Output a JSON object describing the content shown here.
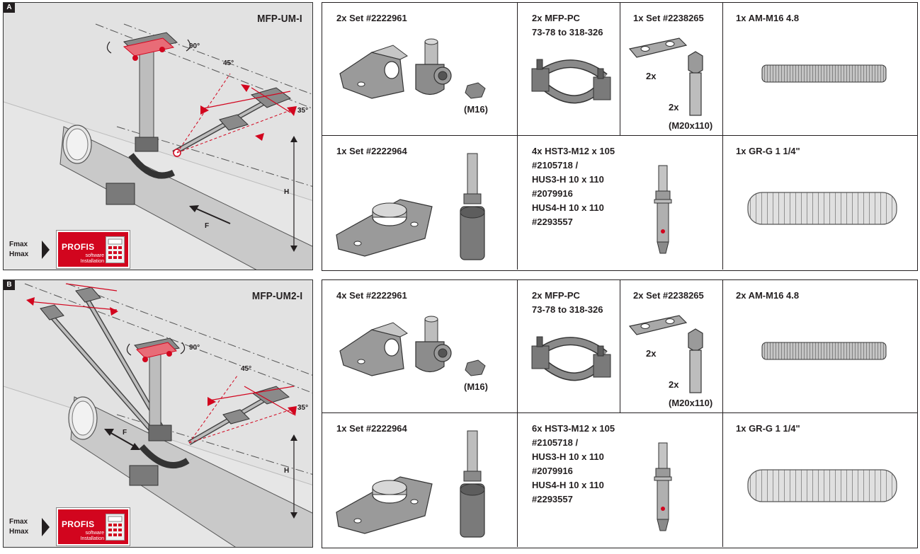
{
  "colors": {
    "accent_red": "#d2051e",
    "panel_bg": "#e6e6e6",
    "text": "#231f20"
  },
  "panels": [
    {
      "letter": "A",
      "product": "MFP-UM-I",
      "angles": {
        "top": "90°",
        "mid": "45°",
        "side": "35°"
      },
      "dims": {
        "height": "H",
        "force": "F"
      },
      "footer": {
        "line1": "Fmax",
        "line2": "Hmax"
      },
      "profis": {
        "brand": "PROFIS",
        "sub1": "software",
        "sub2": "Installation"
      },
      "parts": {
        "set1": "2x Set #2222961",
        "nut": "(M16)",
        "clamp": [
          "2x MFP-PC",
          "73-78 to 318-326"
        ],
        "set2": "1x Set #2238265",
        "set2_plate_qty": "2x",
        "set2_bolt_qty": "2x",
        "bolt": "(M20x110)",
        "rod": "1x AM-M16 4.8",
        "set3": "1x Set #2222964",
        "anchors": [
          "4x HST3-M12 x 105",
          "#2105718 /",
          "HUS3-H 10 x 110",
          "#2079916",
          "HUS4-H 10 x 110",
          "#2293557"
        ],
        "tube": "1x GR-G 1 1/4\""
      }
    },
    {
      "letter": "B",
      "product": "MFP-UM2-I",
      "angles": {
        "top": "90°",
        "mid": "45°",
        "side": "35°"
      },
      "dims": {
        "height": "H",
        "force": "F"
      },
      "footer": {
        "line1": "Fmax",
        "line2": "Hmax"
      },
      "profis": {
        "brand": "PROFIS",
        "sub1": "software",
        "sub2": "Installation"
      },
      "parts": {
        "set1": "4x Set #2222961",
        "nut": "(M16)",
        "clamp": [
          "2x MFP-PC",
          "73-78 to 318-326"
        ],
        "set2": "2x Set #2238265",
        "set2_plate_qty": "2x",
        "set2_bolt_qty": "2x",
        "bolt": "(M20x110)",
        "rod": "2x AM-M16 4.8",
        "set3": "1x Set #2222964",
        "anchors": [
          "6x HST3-M12 x 105",
          "#2105718 /",
          "HUS3-H 10 x 110",
          "#2079916",
          "HUS4-H 10 x 110",
          "#2293557"
        ],
        "tube": "1x GR-G 1 1/4\""
      }
    }
  ]
}
